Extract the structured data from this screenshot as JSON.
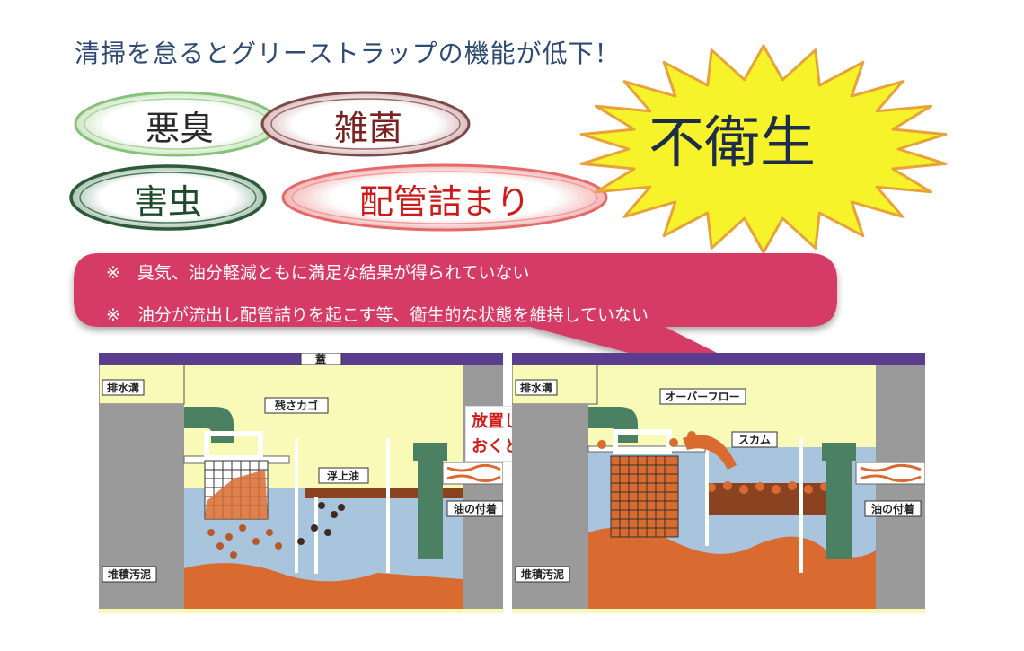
{
  "headline": "清掃を怠るとグリーストラップの機能が低下！",
  "problems": {
    "odor": "悪臭",
    "bacteria": "雑菌",
    "pests": "害虫",
    "clog": "配管詰まり"
  },
  "starburst_label": "不衛生",
  "notes": [
    "※　臭気、油分軽減ともに満足な結果が得られていない",
    "※　油分が流出し配管詰りを起こす等、衛生的な状態を維持していない"
  ],
  "diagram_left": {
    "lid": "蓋",
    "drain": "排水溝",
    "basket": "残さカゴ",
    "floating_oil": "浮上油",
    "oil_adhesion": "油の付着",
    "sludge": "堆積汚泥"
  },
  "transition_label": "放置して\nおくと▶",
  "transition_lines": [
    "放置して",
    "おくと▶"
  ],
  "diagram_right": {
    "drain": "排水溝",
    "overflow": "オーバーフロー",
    "scum": "スカム",
    "oil_adhesion": "油の付着",
    "sludge": "堆積汚泥"
  },
  "colors": {
    "headline": "#2f4a73",
    "bubble": "#d63a66",
    "starburst": "#f7f32a",
    "starburst_edge": "#e8a23a",
    "water": "#a9c4dd",
    "wall": "#9a9a9a",
    "top_area": "#fafab8",
    "lid": "#5a3d8f",
    "pipe": "#4c8062",
    "sludge": "#d96b30",
    "scum": "#8a4220"
  }
}
